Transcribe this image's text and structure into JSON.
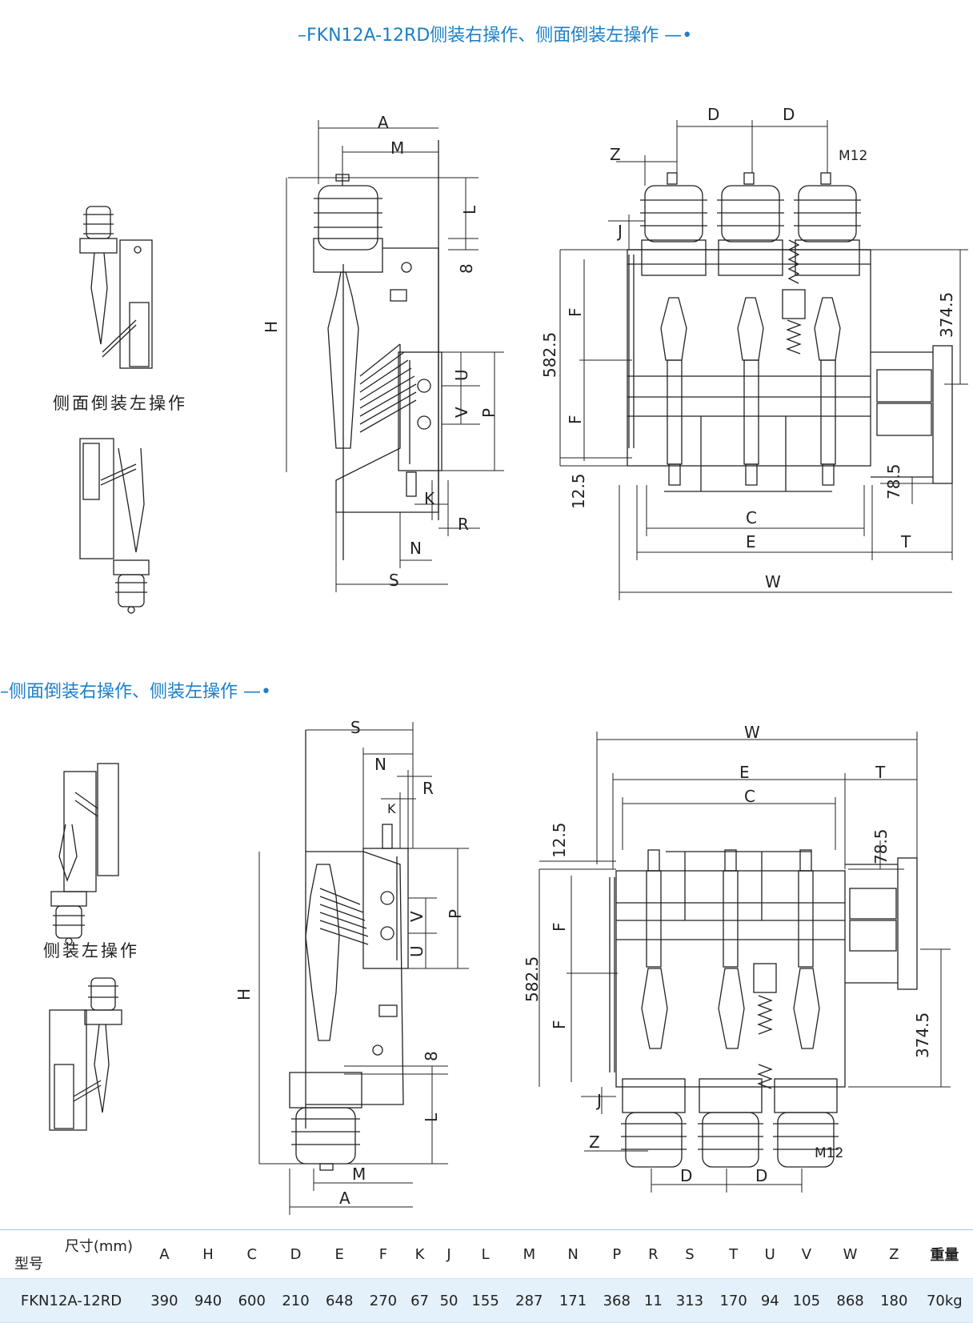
{
  "section1_title": "FKN12A-12RD侧装右操作、侧面倒装左操作",
  "section2_title": "侧面倒装右操作、侧装左操作",
  "caption1": "侧面倒装左操作",
  "caption2": "侧装左操作",
  "accent_color": "#1d7fc6",
  "dim_labels": {
    "A": "A",
    "M": "M",
    "H": "H",
    "L": "L",
    "eight": "8",
    "U": "U",
    "V": "V",
    "P": "P",
    "K": "K",
    "N": "N",
    "R": "R",
    "S": "S",
    "D": "D",
    "Z": "Z",
    "M12": "M12",
    "J": "J",
    "F": "F",
    "d5825": "582.5",
    "d3745": "374.5",
    "d125": "12.5",
    "d785": "78.5",
    "C": "C",
    "E": "E",
    "T": "T",
    "W": "W"
  },
  "table": {
    "corner_top": "尺寸(mm)",
    "corner_bottom": "型号",
    "columns": [
      "A",
      "H",
      "C",
      "D",
      "E",
      "F",
      "K",
      "J",
      "L",
      "M",
      "N",
      "P",
      "R",
      "S",
      "T",
      "U",
      "V",
      "W",
      "Z",
      "重量"
    ],
    "rows": [
      {
        "model": "FKN12A-12RD",
        "values": [
          "390",
          "940",
          "600",
          "210",
          "648",
          "270",
          "67",
          "50",
          "155",
          "287",
          "171",
          "368",
          "11",
          "313",
          "170",
          "94",
          "105",
          "868",
          "180",
          "70kg"
        ]
      }
    ]
  }
}
